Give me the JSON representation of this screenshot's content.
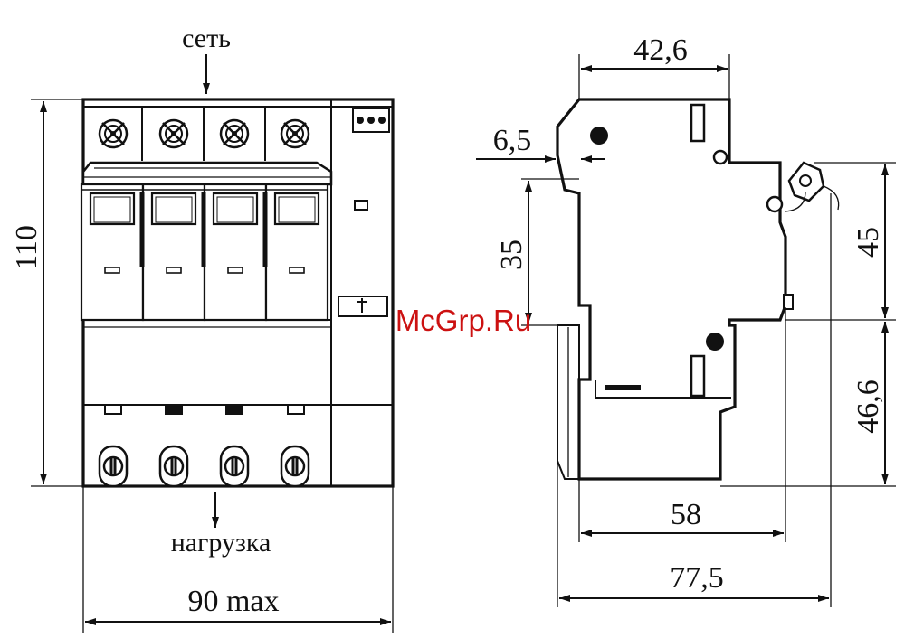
{
  "front_view": {
    "supply_label": "сеть",
    "load_label": "нагрузка",
    "height_dim": "110",
    "width_dim": "90 max"
  },
  "side_view": {
    "top_width_dim": "42,6",
    "offset_dim": "6,5",
    "rail_dim": "35",
    "upper_depth_dim": "45",
    "lower_depth_dim": "46,6",
    "body_depth_dim": "58",
    "total_depth_dim": "77,5"
  },
  "watermark": {
    "text": "McGrp.Ru",
    "color": "#cc1111"
  }
}
